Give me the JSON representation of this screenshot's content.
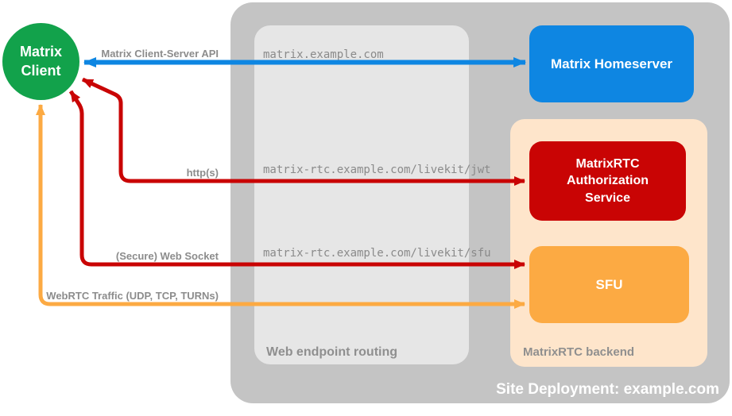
{
  "colors": {
    "green": "#12a24b",
    "blue": "#0e86e2",
    "red": "#c90404",
    "orange": "#fcaa43",
    "peach": "#fee5cb",
    "gray_outer": "#c4c4c4",
    "gray_inner": "#e6e6e6"
  },
  "client": {
    "line1": "Matrix",
    "line2": "Client"
  },
  "site_label": "Site Deployment: example.com",
  "routing": {
    "label": "Web endpoint routing",
    "endpoints": [
      "matrix.example.com",
      "matrix-rtc.example.com/livekit/jwt",
      "matrix-rtc.example.com/livekit/sfu"
    ]
  },
  "backend": {
    "label": "MatrixRTC backend"
  },
  "nodes": {
    "homeserver": "Matrix Homeserver",
    "auth_service": "MatrixRTC Authorization Service",
    "sfu": "SFU"
  },
  "connections": [
    {
      "label": "Matrix Client-Server API",
      "from": "Matrix Client",
      "to": "Matrix Homeserver"
    },
    {
      "label": "http(s)",
      "from": "Matrix Client",
      "to": "MatrixRTC Authorization Service"
    },
    {
      "label": "(Secure) Web Socket",
      "from": "Matrix Client",
      "to": "SFU"
    },
    {
      "label": "WebRTC Traffic (UDP, TCP, TURNs)",
      "from": "Matrix Client",
      "to": "SFU"
    }
  ]
}
